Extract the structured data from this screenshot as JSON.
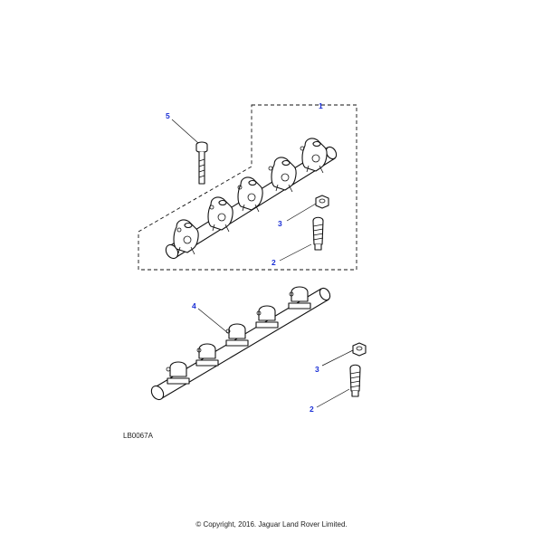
{
  "callouts": {
    "c1": "1",
    "c5": "5",
    "c3_top": "3",
    "c2_top": "2",
    "c4": "4",
    "c3_bottom": "3",
    "c2_bottom": "2"
  },
  "reference_code": "LB0067A",
  "copyright": "© Copyright, 2016. Jaguar Land Rover Limited.",
  "colors": {
    "callout": "#1a2fd6",
    "line": "#111111"
  },
  "icons": [
    "rocker-shaft-assembly",
    "bolt",
    "nut",
    "adjusting-screw"
  ]
}
